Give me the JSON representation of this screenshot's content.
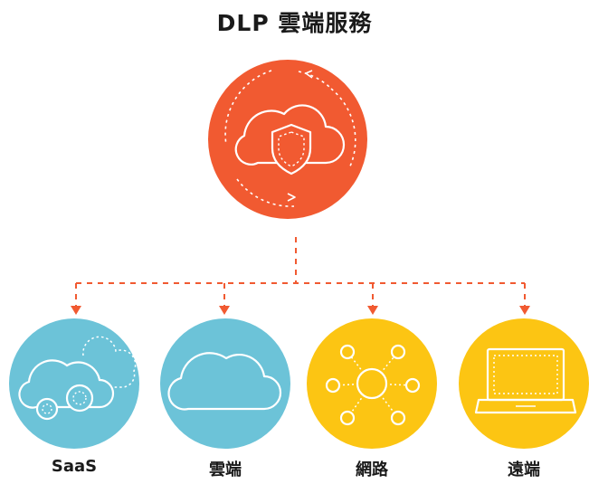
{
  "title": "DLP 雲端服務",
  "colors": {
    "hub": "#f15a31",
    "saas": "#6cc3d8",
    "cloud": "#6cc3d8",
    "network": "#fcc513",
    "remote": "#fcc513",
    "connector": "#f15a31"
  },
  "hub": {
    "icon": "cloud-shield-icon"
  },
  "nodes": [
    {
      "key": "saas",
      "label": "SaaS",
      "icon": "cloud-gears-icon"
    },
    {
      "key": "cloud",
      "label": "雲端",
      "icon": "cloud-icon"
    },
    {
      "key": "network",
      "label": "網路",
      "icon": "network-nodes-icon"
    },
    {
      "key": "remote",
      "label": "遠端",
      "icon": "laptop-icon"
    }
  ]
}
